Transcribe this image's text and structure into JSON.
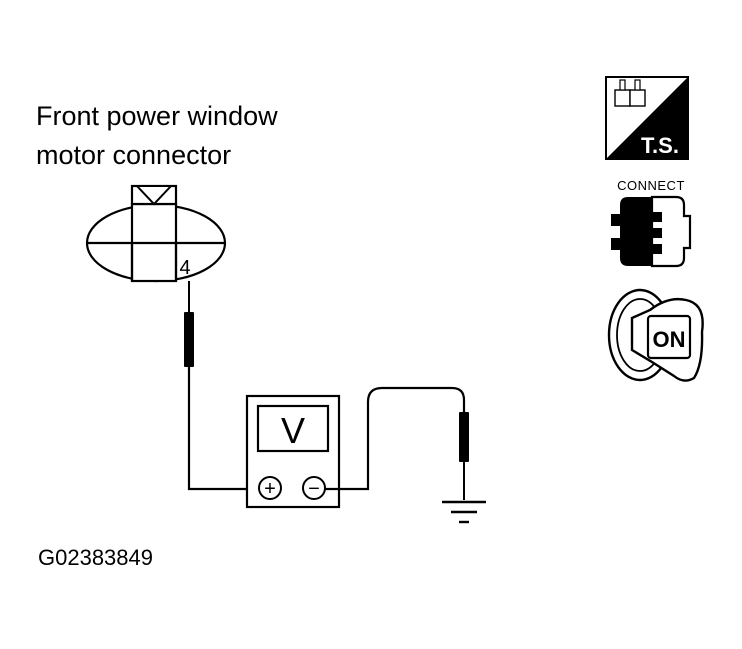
{
  "connector": {
    "title_line1": "Front power window",
    "title_line2": "motor connector",
    "terminal": "4"
  },
  "meter": {
    "display": "V",
    "positive_symbol": "+",
    "negative_symbol": "−"
  },
  "badges": {
    "ts_label": "T.S.",
    "connect_label": "CONNECT",
    "ignition_label": "ON"
  },
  "figure_code": "G02383849",
  "icons": [
    "connector-pair-icon",
    "connector-plug-icon",
    "ignition-key-icon",
    "ground-icon",
    "test-probe-icon"
  ]
}
